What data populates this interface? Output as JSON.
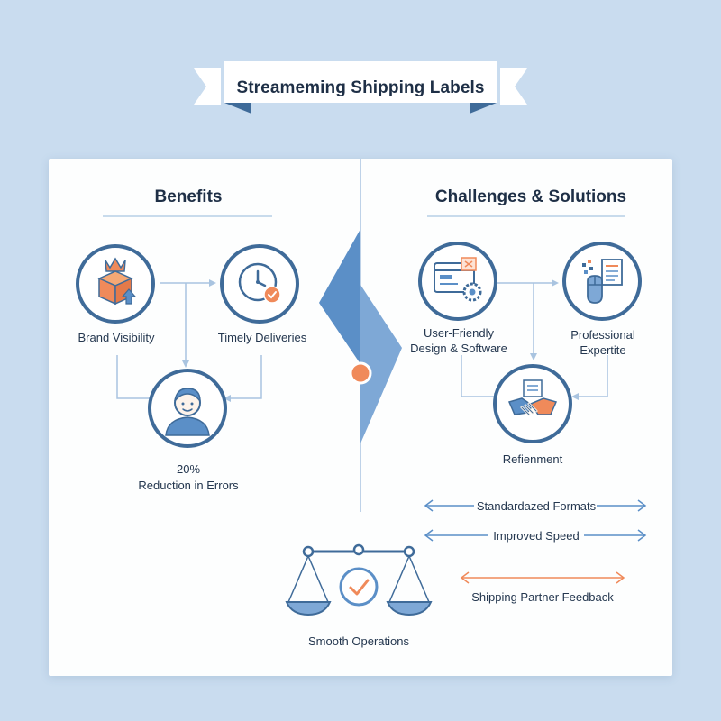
{
  "title": "Streameming Shipping Labels",
  "benefits": {
    "heading": "Benefits",
    "items": [
      {
        "label": "Brand Visibility"
      },
      {
        "label": "Timely Deliveries"
      },
      {
        "label_line1": "20%",
        "label_line2": "Reduction in Errors"
      }
    ]
  },
  "challenges": {
    "heading": "Challenges & Solutions",
    "items": [
      {
        "label_line1": "User-Friendly",
        "label_line2": "Design & Software"
      },
      {
        "label_line1": "Professional",
        "label_line2": "Expertite"
      },
      {
        "label": "Refienment"
      }
    ]
  },
  "arrows": [
    {
      "label": "Standardazed Formats"
    },
    {
      "label": "Improved Speed"
    },
    {
      "label": "Shipping Partner Feedback"
    }
  ],
  "balance": {
    "label": "Smooth Operations"
  },
  "colors": {
    "primary_blue": "#3f6b99",
    "accent_blue": "#5b8fc7",
    "accent_orange": "#f08a5a",
    "background": "#c9dcef"
  }
}
